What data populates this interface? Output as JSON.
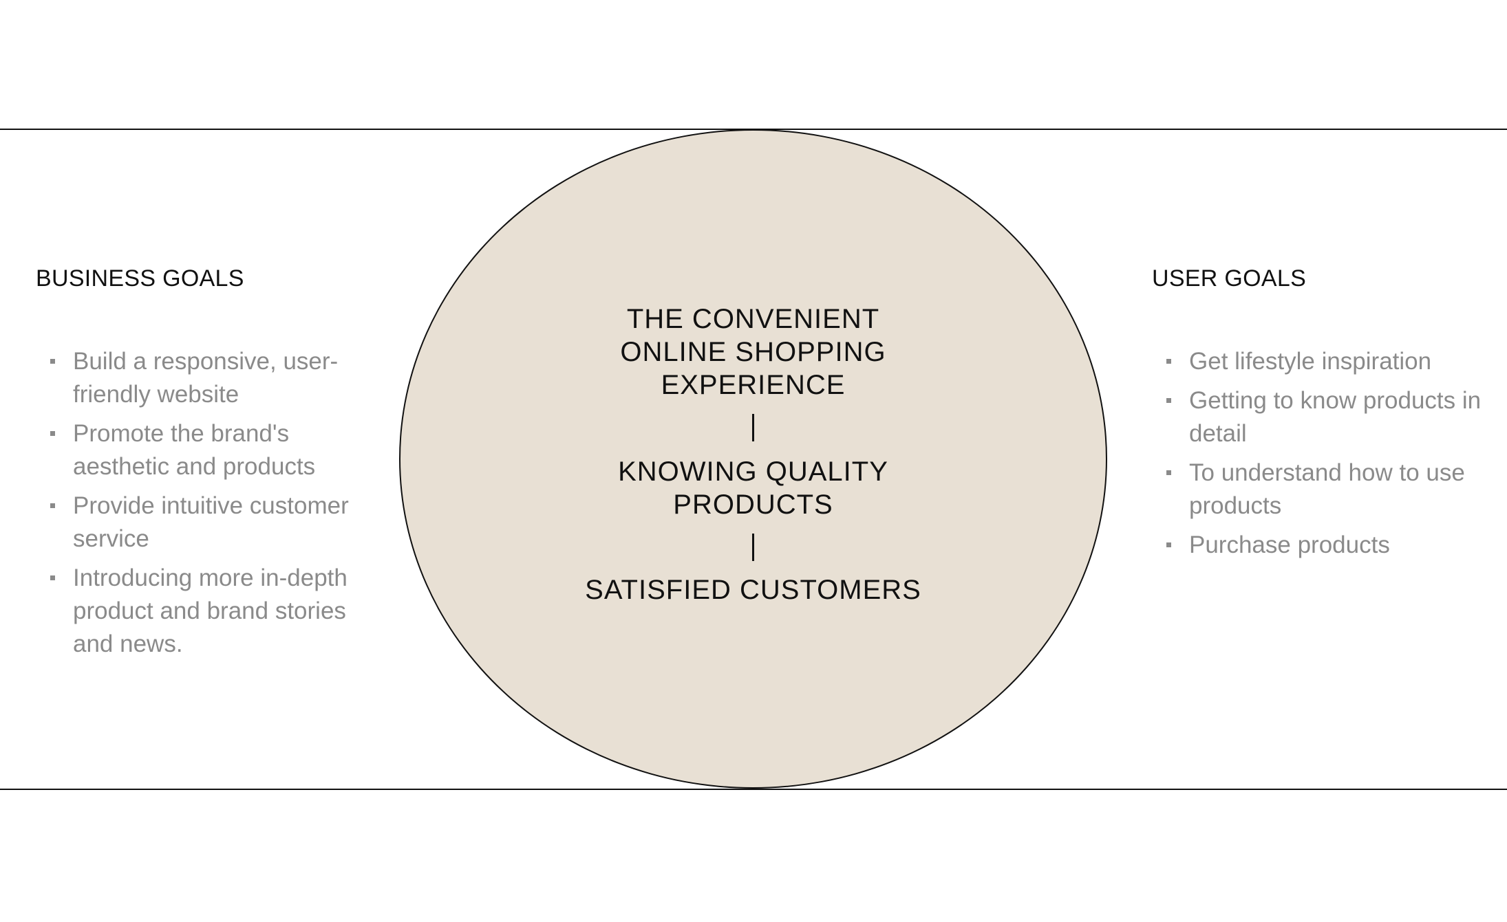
{
  "center": {
    "items": [
      "THE CONVENIENT ONLINE SHOPPING EXPERIENCE",
      "KNOWING QUALITY PRODUCTS",
      "SATISFIED CUSTOMERS"
    ]
  },
  "business": {
    "title": "BUSINESS GOALS",
    "items": [
      "Build a responsive, user-friendly website",
      "Promote the brand's aesthetic and products",
      "Provide intuitive customer service",
      "Introducing more in-depth product and brand stories and news."
    ]
  },
  "user": {
    "title": "USER GOALS",
    "items": [
      "Get lifestyle inspiration",
      "Getting to know products in detail",
      "To understand how to use products",
      "Purchase products"
    ]
  },
  "colors": {
    "ellipse_fill": "#e8e0d4",
    "line": "#111111",
    "list_text": "#8a8a8a"
  }
}
